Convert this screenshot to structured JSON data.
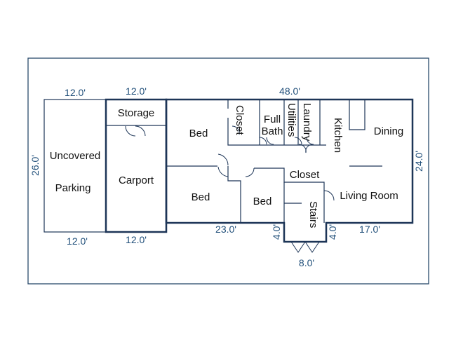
{
  "rooms": {
    "uncovered_line1": "Uncovered",
    "uncovered_line2": "Parking",
    "storage": "Storage",
    "carport": "Carport",
    "bed_top": "Bed",
    "bed_left": "Bed",
    "bed_mid": "Bed",
    "closet_vertical": "Closet",
    "full_bath_line1": "Full",
    "full_bath_line2": "Bath",
    "utilities": "Utilities",
    "laundry": "Laundry",
    "kitchen": "Kitchen",
    "dining": "Dining",
    "closet_horizontal": "Closet",
    "living_room": "Living Room",
    "stairs": "Stairs"
  },
  "dimensions": {
    "parking_top": "12.0'",
    "carport_top": "12.0'",
    "house_top": "48.0'",
    "parking_left": "26.0'",
    "house_right": "24.0'",
    "parking_bottom": "12.0'",
    "carport_bottom": "12.0'",
    "bottom_left": "23.0'",
    "stair_left": "4.0'",
    "stair_right": "4.0'",
    "bottom_right": "17.0'",
    "stair_bottom": "8.0'"
  }
}
